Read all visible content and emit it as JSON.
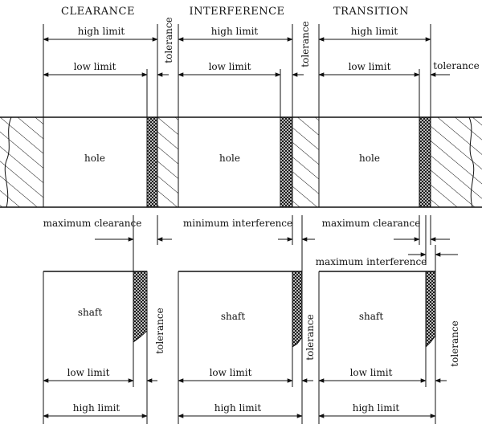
{
  "titles": {
    "clearance": "CLEARANCE",
    "interference": "INTERFERENCE",
    "transition": "TRANSITION"
  },
  "labels": {
    "high_limit": "high limit",
    "low_limit": "low limit",
    "tolerance": "tolerance",
    "hole": "hole",
    "shaft": "shaft",
    "maximum_clearance": "maximum clearance",
    "minimum_interference": "minimum interference",
    "maximum_interference": "maximum interference"
  }
}
